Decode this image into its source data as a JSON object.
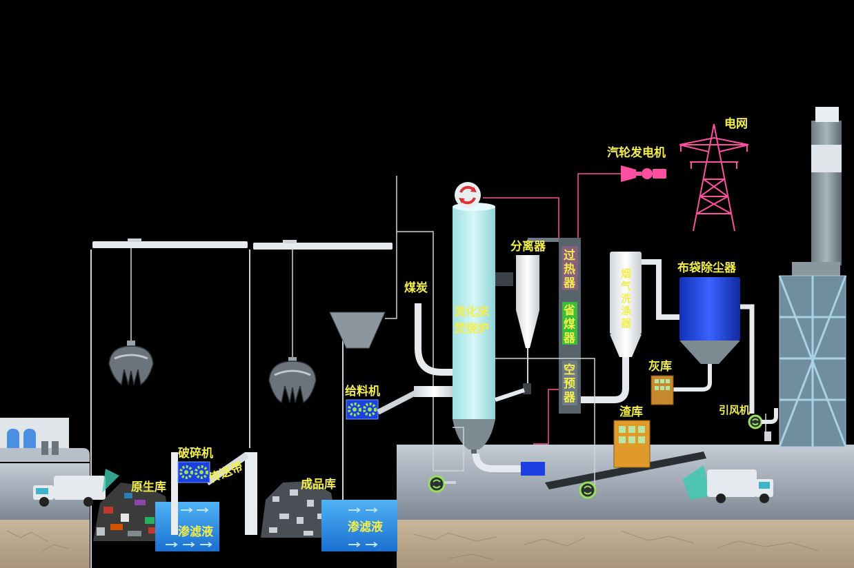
{
  "labels": {
    "raw_storage": "原生库",
    "crusher": "破碎机",
    "conveyor": "传送带",
    "product_storage": "成品库",
    "leachate_1": "渗滤液",
    "leachate_2": "渗滤液",
    "coal": "煤炭",
    "feeder": "给料机",
    "furnace_line1": "流化床",
    "furnace_line2": "焚烧炉",
    "separator": "分离器",
    "superheater": [
      "过",
      "热",
      "器"
    ],
    "economizer": [
      "省",
      "煤",
      "器"
    ],
    "air_preheater": [
      "空",
      "预",
      "器"
    ],
    "flue_gas_scrubber": [
      "烟",
      "气",
      "洗",
      "涤",
      "器"
    ],
    "bag_filter": "布袋除尘器",
    "ash_storage": "灰库",
    "slag_storage": "渣库",
    "induced_fan": "引风机",
    "turbine_generator": "汽轮发电机",
    "power_grid": "电网"
  },
  "colors": {
    "label": "#f2ee4a",
    "pipe": "#d8dde2",
    "furnace": "#bfeef0",
    "bag_filter": "#1b3fe0",
    "power_line": "#ff4fa0",
    "superheater": "#e25a9a",
    "economizer": "#3bbd3b",
    "ground": "#9eaab6",
    "soil": "#b9a68a",
    "leachate": "#2a8fe0",
    "fan": "#9be05a"
  },
  "icons": [
    "grab-bucket-icon",
    "gear-icon",
    "fan-icon",
    "pylon-icon",
    "turbine-icon",
    "truck-icon",
    "stack-icon"
  ]
}
